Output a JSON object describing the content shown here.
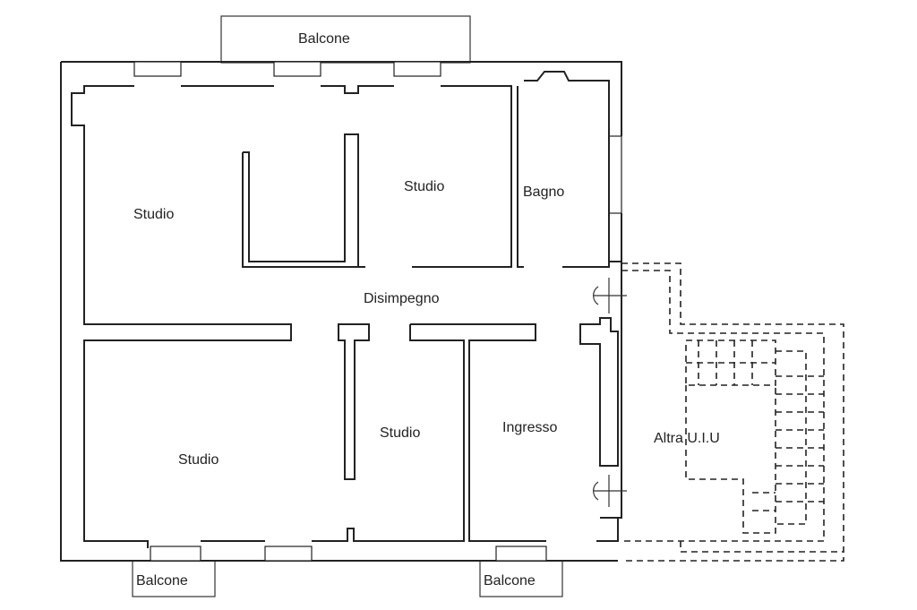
{
  "labels": {
    "balcone_top": "Balcone",
    "studio_tl": "Studio",
    "studio_tc": "Studio",
    "bagno": "Bagno",
    "disimpegno": "Disimpegno",
    "studio_bl": "Studio",
    "studio_bc": "Studio",
    "ingresso": "Ingresso",
    "altra_uiu": "Altra U.I.U",
    "balcone_bl": "Balcone",
    "balcone_br": "Balcone"
  },
  "colors": {
    "line": "#222222",
    "background": "#ffffff"
  }
}
